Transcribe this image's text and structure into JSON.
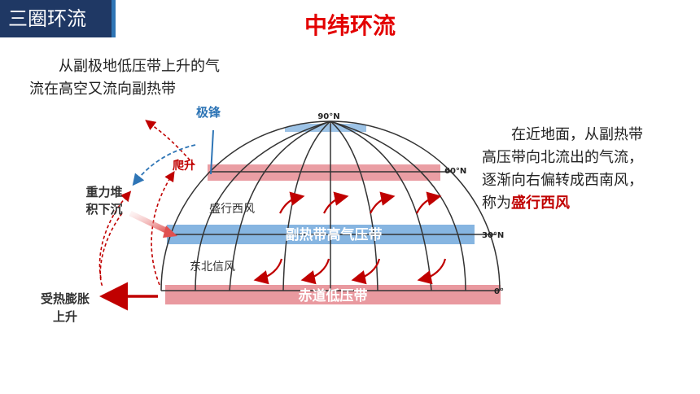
{
  "header": {
    "section": "三圈环流",
    "title": "中纬环流"
  },
  "left_note": {
    "line1": "从副极地低压带上升的气",
    "line2": "流在高空又流向副热带"
  },
  "right_note": {
    "line1": "在近地面，从副热带",
    "line2": "高压带向北流出的气流，",
    "line3": "逐渐向右偏转成西南风，",
    "line4_prefix": "称为",
    "line4_highlight": "盛行西风"
  },
  "diagram": {
    "lat_90": "90°N",
    "lat_60": "60°N",
    "lat_30": "30°N",
    "lat_0": "0°",
    "polar_front": "极锋",
    "climb": "爬升",
    "gravity_1": "重力堆",
    "gravity_2": "积下沉",
    "heated_1": "受热膨胀",
    "heated_2": "上升",
    "westerlies": "盛行西风",
    "trades": "东北信风",
    "subtropical_high": "副热带高气压带",
    "equatorial_low": "赤道低压带"
  },
  "colors": {
    "header_bg": "#1f3864",
    "title_red": "#e30000",
    "red_band": "#d9534f",
    "blue_band": "#5b9bd5",
    "arrow_red": "#c00000",
    "arrow_blue": "#2e75b6"
  }
}
